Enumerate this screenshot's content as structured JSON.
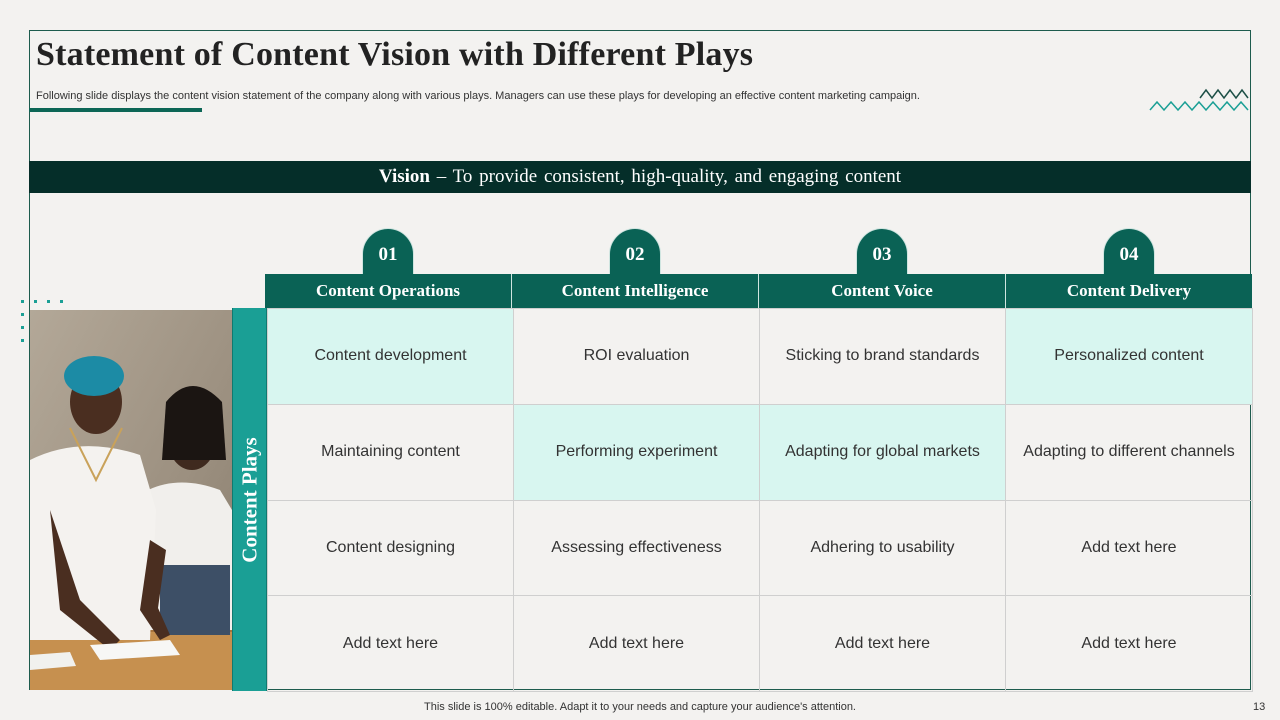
{
  "title": "Statement of Content Vision with Different Plays",
  "subtitle": "Following slide displays the content vision statement of the company along with various plays. Managers can use these plays for developing an effective content marketing campaign.",
  "vision": {
    "label": "Vision",
    "text": " – To provide consistent, high-quality, and engaging content"
  },
  "side_label": "Content Plays",
  "columns": [
    {
      "num": "01",
      "name": "Content Operations"
    },
    {
      "num": "02",
      "name": "Content Intelligence"
    },
    {
      "num": "03",
      "name": "Content Voice"
    },
    {
      "num": "04",
      "name": "Content Delivery"
    }
  ],
  "rows": [
    [
      {
        "text": "Content development",
        "highlight": true
      },
      {
        "text": "ROI evaluation",
        "highlight": false
      },
      {
        "text": "Sticking to brand standards",
        "highlight": false
      },
      {
        "text": "Personalized content",
        "highlight": true
      }
    ],
    [
      {
        "text": "Maintaining content",
        "highlight": false
      },
      {
        "text": "Performing experiment",
        "highlight": true
      },
      {
        "text": "Adapting for global markets",
        "highlight": true
      },
      {
        "text": "Adapting to different channels",
        "highlight": false
      }
    ],
    [
      {
        "text": "Content designing",
        "highlight": false
      },
      {
        "text": "Assessing effectiveness",
        "highlight": false
      },
      {
        "text": "Adhering to usability",
        "highlight": false
      },
      {
        "text": "Add text here",
        "highlight": false
      }
    ],
    [
      {
        "text": "Add text here",
        "highlight": false
      },
      {
        "text": "Add text here",
        "highlight": false
      },
      {
        "text": "Add text here",
        "highlight": false
      },
      {
        "text": "Add text here",
        "highlight": false
      }
    ]
  ],
  "footer": "This slide is 100% editable. Adapt it to your needs and capture your audience's attention.",
  "page_number": "13",
  "colors": {
    "dark_green": "#052e29",
    "header_green": "#0a6255",
    "teal": "#1a9f95",
    "highlight": "#d8f6f0"
  }
}
